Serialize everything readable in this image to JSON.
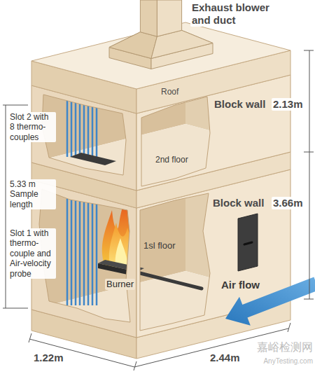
{
  "diagram": {
    "labels": [
      "Exhaust blower and duct",
      "Roof",
      "Block wall",
      "2.13m",
      "Slot 2 with 8 thermo-couples",
      "2nd floor",
      "5.33 m Sample length",
      "Slot 1 with thermo-couple and Air-velocity probe",
      "Block wall",
      "3.66m",
      "1sl floor",
      "Burner",
      "Air flow",
      "1.22m",
      "2.44m",
      "嘉峪检测网",
      "AnyTesting.com"
    ]
  }
}
